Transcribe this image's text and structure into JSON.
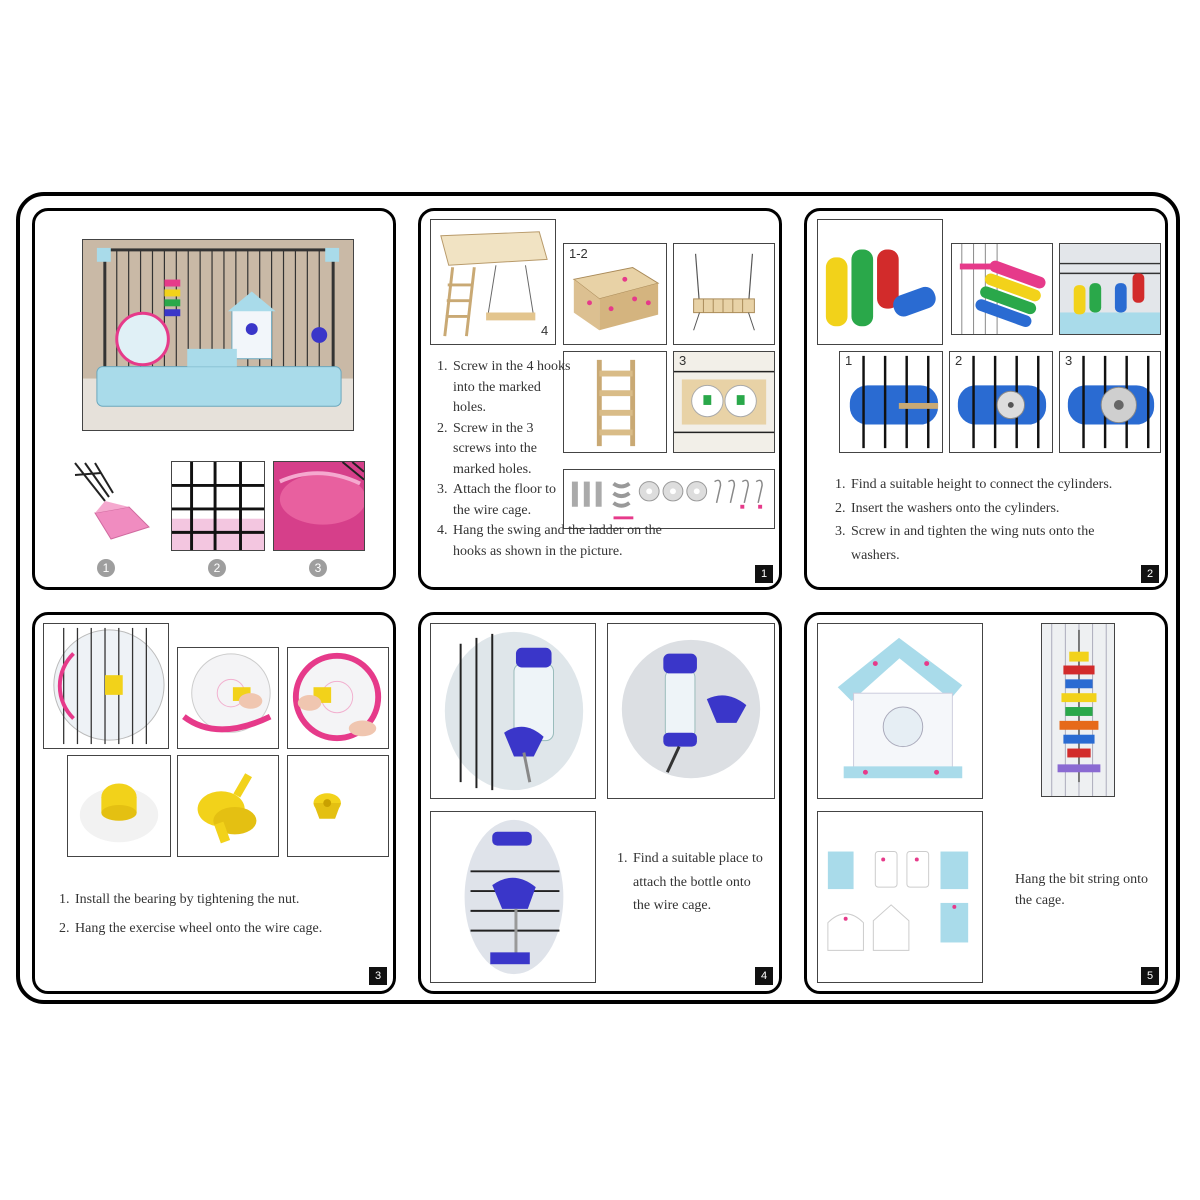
{
  "step_badges": [
    "1",
    "2",
    "3",
    "4",
    "5"
  ],
  "overview": {
    "callouts": [
      "1",
      "2",
      "3"
    ]
  },
  "step1": {
    "labels": [
      "4",
      "1-2",
      "3"
    ],
    "instructions": [
      "Screw in the 4 hooks into the marked holes.",
      "Screw in the 3 screws into the marked holes.",
      "Attach the floor to the wire cage.",
      "Hang the swing and the ladder on the hooks as shown in the picture."
    ]
  },
  "step2": {
    "labels": [
      "1",
      "2",
      "3"
    ],
    "instructions": [
      "Find a suitable height to connect the cylinders.",
      "Insert the washers onto the cylinders.",
      "Screw in and tighten the wing nuts onto the washers."
    ]
  },
  "step3": {
    "instructions": [
      "Install the bearing by tightening the nut.",
      "Hang the exercise wheel onto the wire cage."
    ]
  },
  "step4": {
    "instructions": [
      "Find a suitable place to attach the bottle onto the wire cage."
    ]
  },
  "step5": {
    "note": "Hang the bit string onto the cage."
  },
  "colors": {
    "pink": "#e63a8a",
    "light_blue": "#a9dbea",
    "purple_blue": "#3a36c9",
    "yellow": "#f2d21a",
    "wood": "#e8d2a6"
  }
}
